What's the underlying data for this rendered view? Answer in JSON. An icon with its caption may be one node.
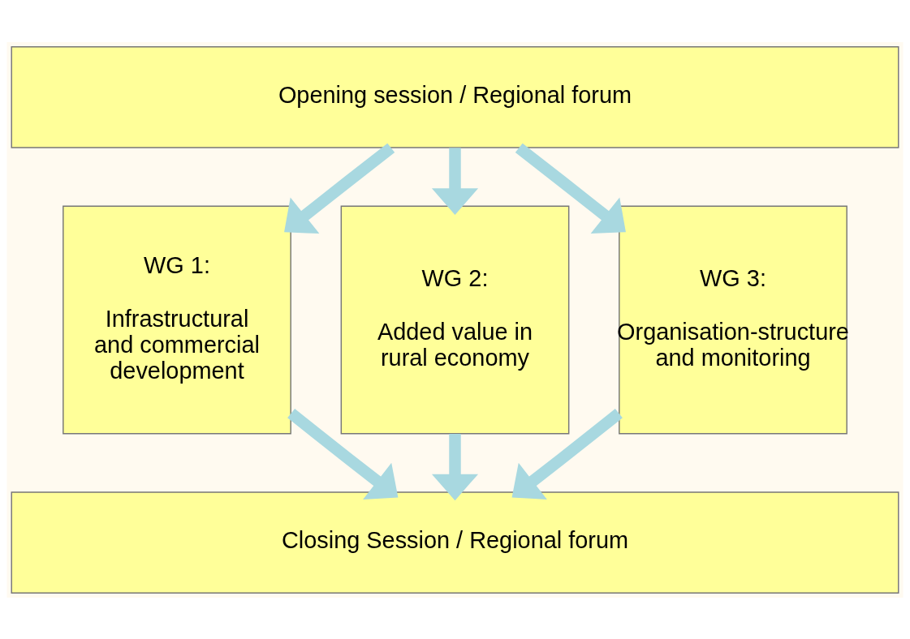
{
  "diagram": {
    "nodes": [
      {
        "text": [
          "Opening session / Regional forum"
        ]
      },
      {
        "text": [
          "WG 1:",
          "Infrastructural and commercial development"
        ]
      },
      {
        "text": [
          "WG 2:",
          "Added value in rural economy"
        ]
      },
      {
        "text": [
          "WG 3:",
          "Organisation-structure and monitoring"
        ]
      },
      {
        "text": [
          "Closing Session / Regional forum"
        ]
      }
    ],
    "edges": [
      {
        "from": 0,
        "to": 1,
        "arrow": "to"
      },
      {
        "from": 0,
        "to": 2,
        "arrow": "to"
      },
      {
        "from": 0,
        "to": 3,
        "arrow": "to"
      },
      {
        "from": 1,
        "to": 4,
        "arrow": "to"
      },
      {
        "from": 2,
        "to": 4,
        "arrow": "to"
      },
      {
        "from": 3,
        "to": 4,
        "arrow": "to"
      }
    ]
  }
}
